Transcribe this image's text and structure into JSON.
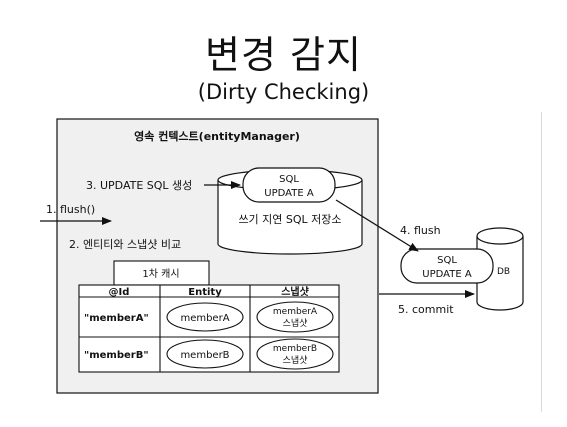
{
  "title": "변경 감지",
  "subtitle": "(Dirty Checking)",
  "entity_manager": {
    "label": "영속 컨텍스트(entityManager)",
    "write_store_label": "쓰기 지연 SQL 저장소",
    "cache_label": "1차 캐시"
  },
  "sql_in_store": {
    "line1": "SQL",
    "line2": "UPDATE A"
  },
  "sql_to_db": {
    "line1": "SQL",
    "line2": "UPDATE A"
  },
  "db_label": "DB",
  "steps": {
    "flush_call": "1. flush()",
    "compare": "2. 엔티티와 스냅샷 비교",
    "generate_sql": "3. UPDATE SQL 생성",
    "flush": "4. flush",
    "commit": "5. commit"
  },
  "cache_table": {
    "headers": [
      "@Id",
      "Entity",
      "스냅샷"
    ],
    "rows": [
      {
        "id": "\"memberA\"",
        "entity": "memberA",
        "snapshot_line1": "memberA",
        "snapshot_line2": "스냅샷"
      },
      {
        "id": "\"memberB\"",
        "entity": "memberB",
        "snapshot_line1": "memberB",
        "snapshot_line2": "스냅샷"
      }
    ]
  },
  "colors": {
    "context_fill": "#f0f0f0",
    "stroke": "#111111",
    "background": "#ffffff"
  }
}
